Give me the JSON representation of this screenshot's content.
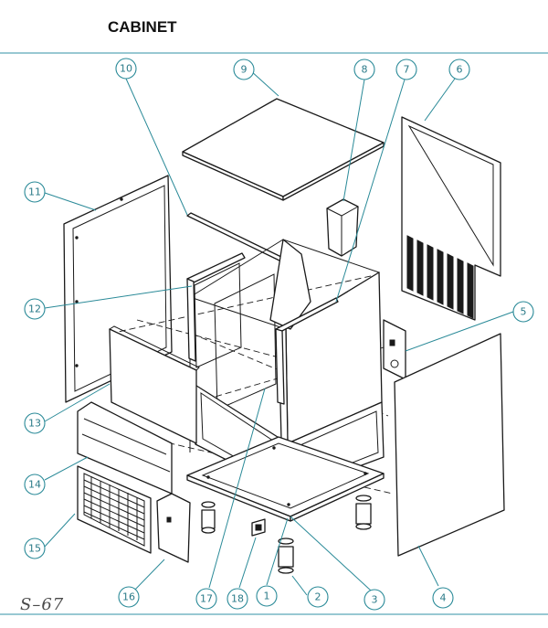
{
  "page": {
    "title": "CABINET",
    "drawing_code": "S–67"
  },
  "callouts": [
    "1",
    "2",
    "3",
    "4",
    "5",
    "6",
    "7",
    "8",
    "9",
    "10",
    "11",
    "12",
    "13",
    "14",
    "15",
    "16",
    "17",
    "18"
  ],
  "colors": {
    "frame": "#5aa6b6",
    "leader": "#2a8a98",
    "line": "#1a1a1a"
  }
}
